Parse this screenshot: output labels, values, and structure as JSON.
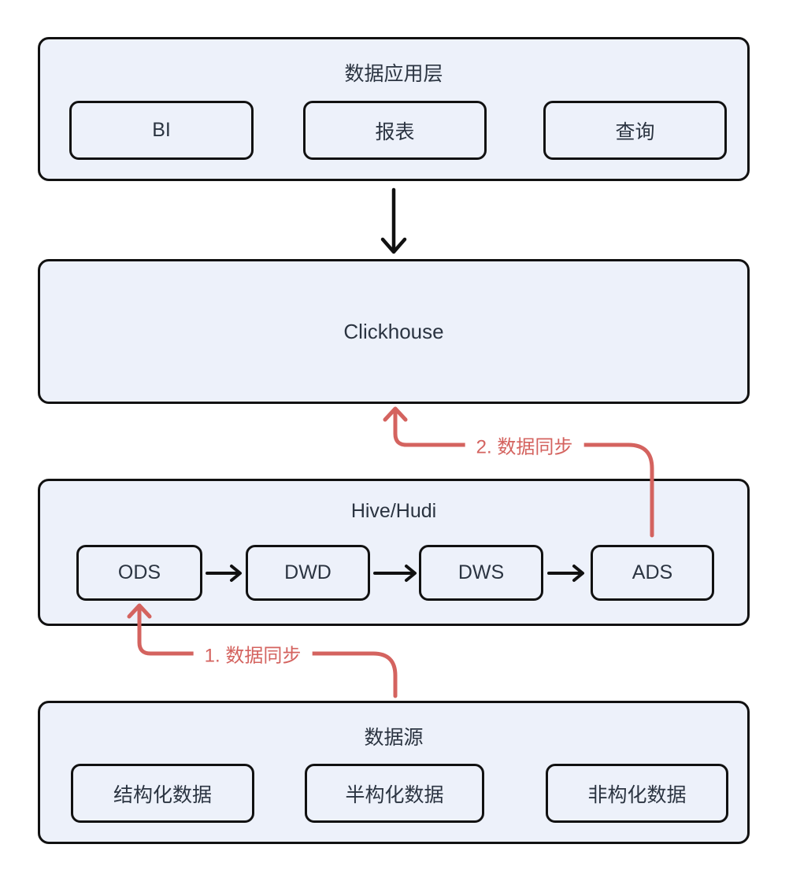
{
  "diagram": {
    "app_layer": {
      "title": "数据应用层",
      "items": [
        "BI",
        "报表",
        "查询"
      ]
    },
    "clickhouse_layer": {
      "title": "Clickhouse"
    },
    "hive_layer": {
      "title": "Hive/Hudi",
      "items": [
        "ODS",
        "DWD",
        "DWS",
        "ADS"
      ]
    },
    "source_layer": {
      "title": "数据源",
      "items": [
        "结构化数据",
        "半构化数据",
        "非构化数据"
      ]
    },
    "connectors": {
      "sync1_label": "1. 数据同步",
      "sync2_label": "2. 数据同步"
    },
    "colors": {
      "box_fill": "#edf1fa",
      "border": "#111111",
      "text": "#2b3441",
      "accent_red": "#d4635f"
    }
  }
}
